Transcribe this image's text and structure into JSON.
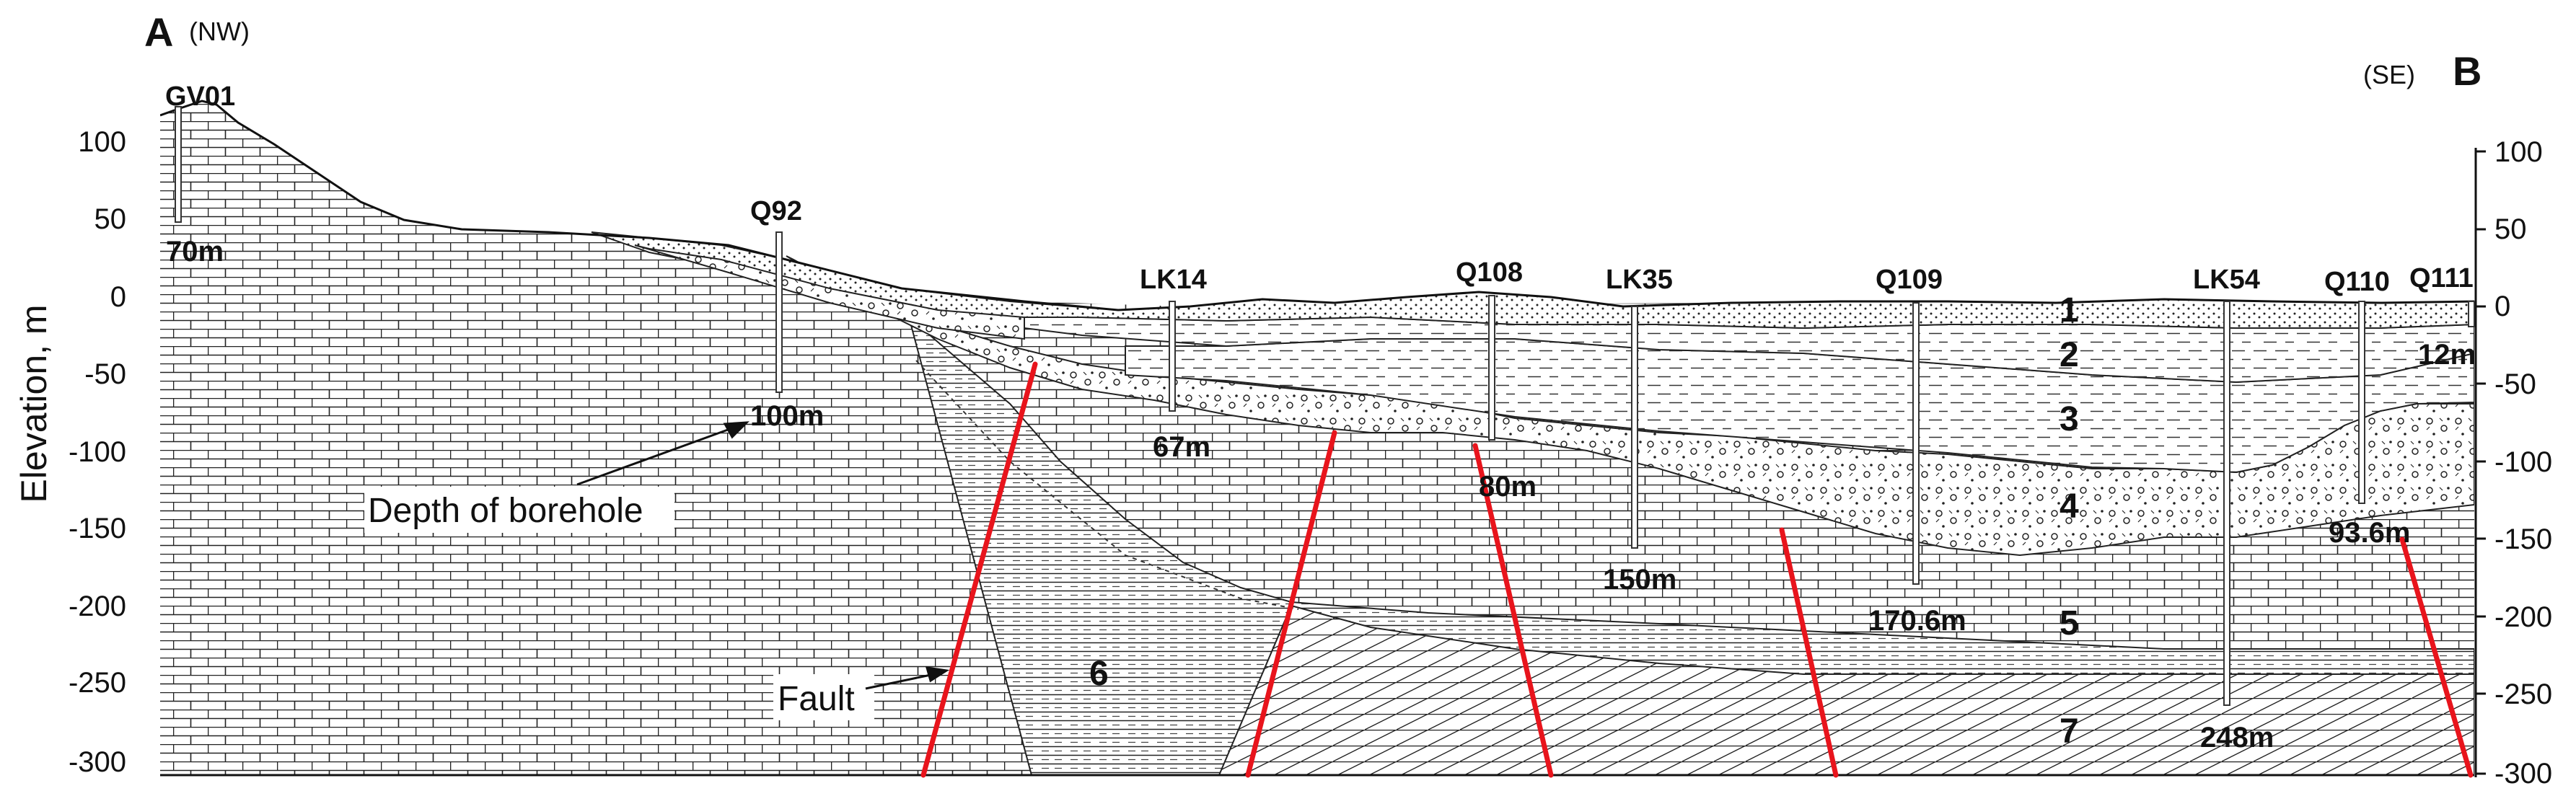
{
  "corner_left": {
    "letter": "A",
    "direction": "(NW)"
  },
  "corner_right": {
    "letter": "B",
    "direction": "(SE)"
  },
  "y_axis": {
    "label": "Elevation, m",
    "left_ticks": [
      "100",
      "50",
      "0",
      "-50",
      "-100",
      "-150",
      "-200",
      "-250",
      "-300"
    ],
    "right_ticks": [
      "100",
      "50",
      "0",
      "-50",
      "-100",
      "-150",
      "-200",
      "-250",
      "-300"
    ]
  },
  "boreholes": [
    {
      "name": "GV01",
      "depth": "70m"
    },
    {
      "name": "Q92",
      "depth": "100m"
    },
    {
      "name": "LK14",
      "depth": "67m"
    },
    {
      "name": "Q108",
      "depth": "80m"
    },
    {
      "name": "LK35",
      "depth": "150m"
    },
    {
      "name": "Q109",
      "depth": "170.6m"
    },
    {
      "name": "LK54",
      "depth": "248m"
    },
    {
      "name": "Q110",
      "depth": "93.6m"
    },
    {
      "name": "Q111",
      "depth": "12m"
    }
  ],
  "units": [
    "1",
    "2",
    "3",
    "4",
    "5",
    "6",
    "7"
  ],
  "annotations": {
    "borehole_depth": "Depth of borehole",
    "fault": "Fault"
  },
  "colors": {
    "fault": "#e8141c",
    "ink": "#111111",
    "background": "#ffffff"
  }
}
